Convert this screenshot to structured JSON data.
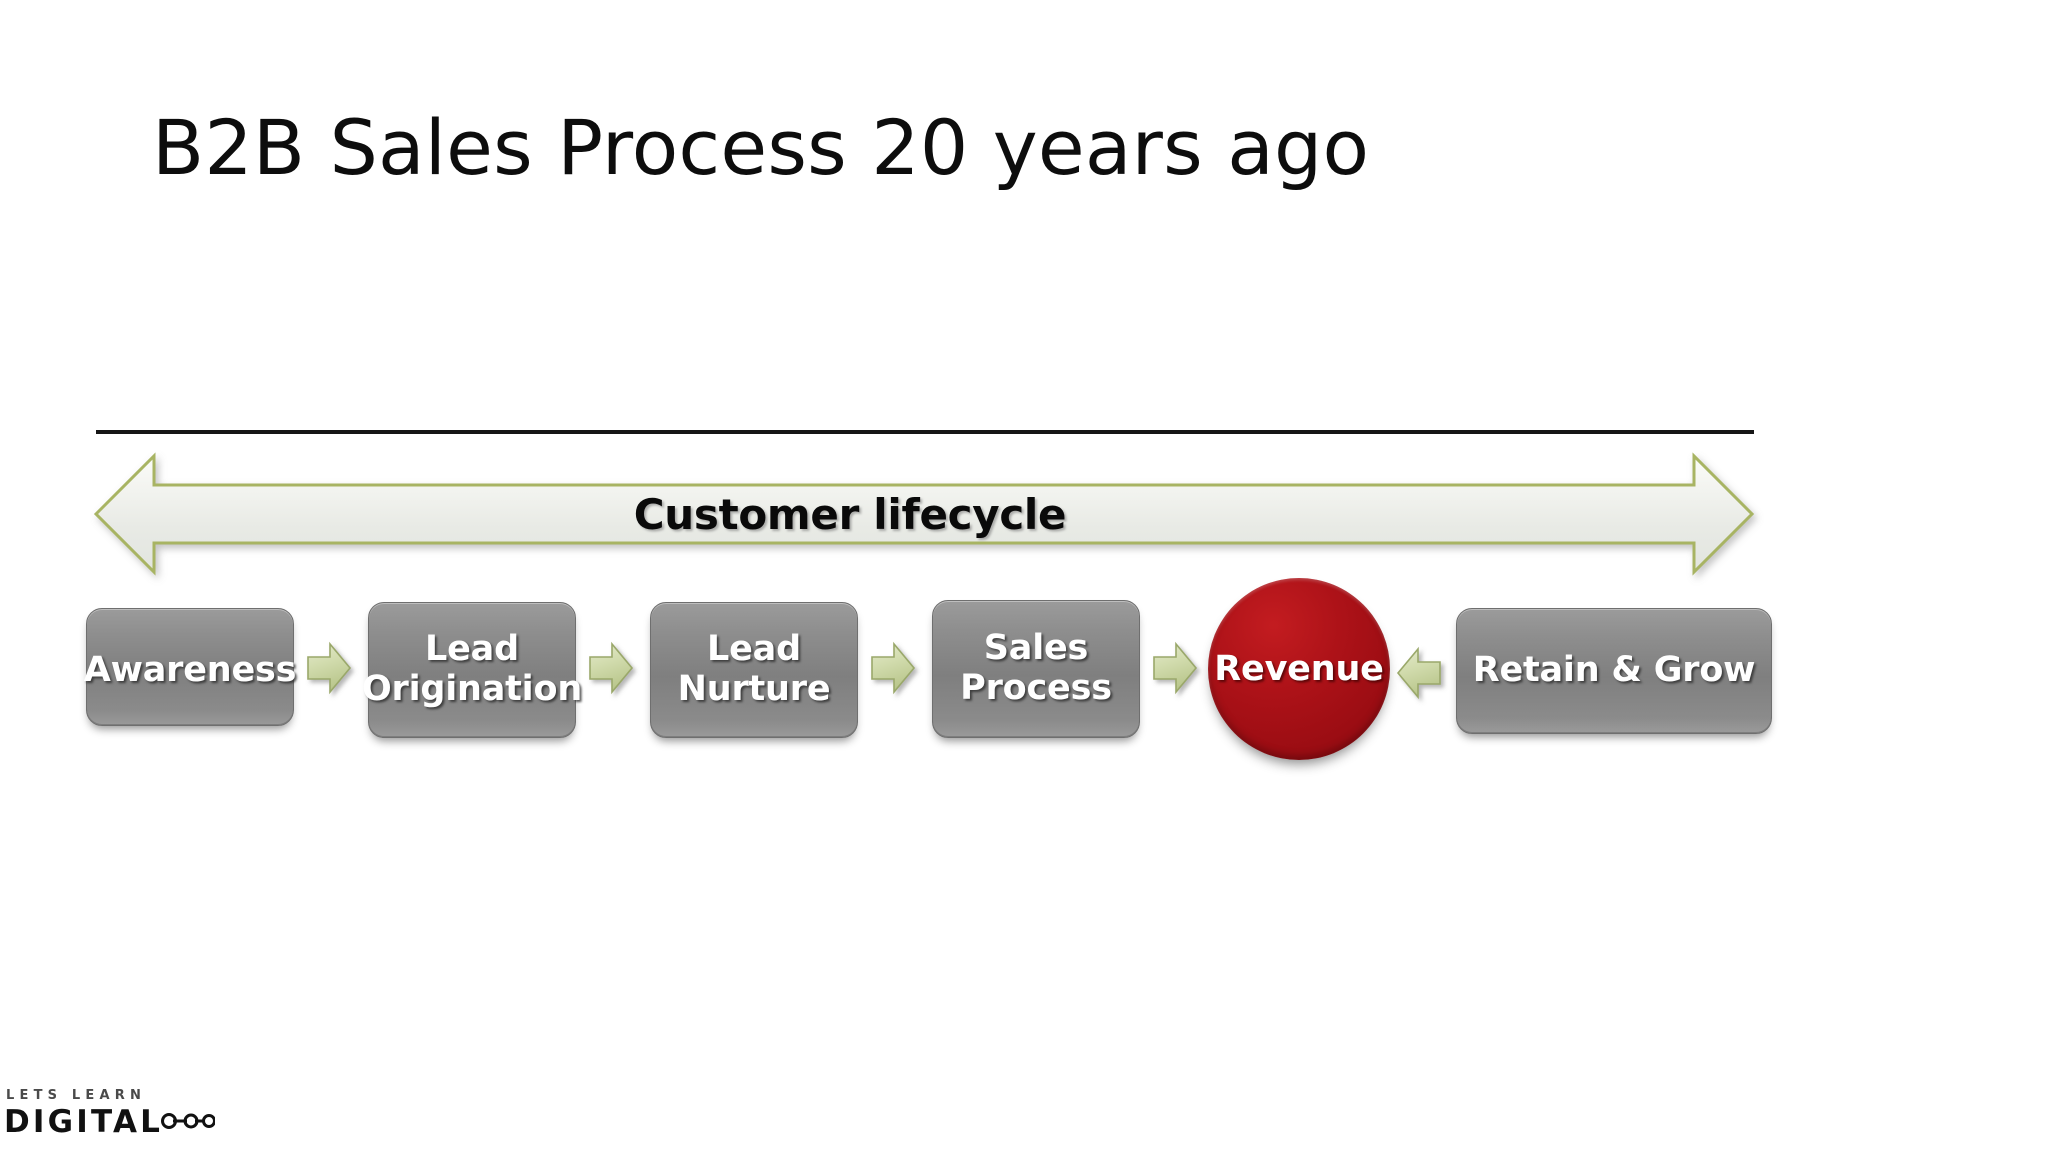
{
  "slide": {
    "title": "B2B Sales Process 20 years ago",
    "background_color": "#ffffff"
  },
  "lifecycle": {
    "label": "Customer lifecycle",
    "direction": "bidirectional",
    "fill_color": "#eceeea",
    "border_color": "#a8b464"
  },
  "rule": {
    "color": "#161616"
  },
  "process": {
    "box_fill_color": "#858585",
    "box_text_color": "#ffffff",
    "accent_color": "#c9d2a2",
    "highlight_color": "#a81016",
    "steps": [
      {
        "id": "awareness",
        "label": "Awareness",
        "shape": "rounded-rect",
        "lines": 1
      },
      {
        "id": "lead-origination",
        "label": "Lead\nOrigination",
        "shape": "rounded-rect",
        "lines": 2
      },
      {
        "id": "lead-nurture",
        "label": "Lead\nNurture",
        "shape": "rounded-rect",
        "lines": 2
      },
      {
        "id": "sales-process",
        "label": "Sales\nProcess",
        "shape": "rounded-rect",
        "lines": 2
      },
      {
        "id": "revenue",
        "label": "Revenue",
        "shape": "circle",
        "lines": 1
      },
      {
        "id": "retain-grow",
        "label": "Retain & Grow",
        "shape": "rounded-rect",
        "lines": 1
      }
    ],
    "connectors": [
      {
        "id": "connector-1",
        "from": "awareness",
        "to": "lead-origination",
        "direction": "right"
      },
      {
        "id": "connector-2",
        "from": "lead-origination",
        "to": "lead-nurture",
        "direction": "right"
      },
      {
        "id": "connector-3",
        "from": "lead-nurture",
        "to": "sales-process",
        "direction": "right"
      },
      {
        "id": "connector-4",
        "from": "sales-process",
        "to": "revenue",
        "direction": "right"
      },
      {
        "id": "connector-5",
        "from": "retain-grow",
        "to": "revenue",
        "direction": "left"
      }
    ]
  },
  "logo": {
    "tagline": "LETS LEARN",
    "wordmark": "DIGITAL",
    "mark": "node-link-icon"
  }
}
